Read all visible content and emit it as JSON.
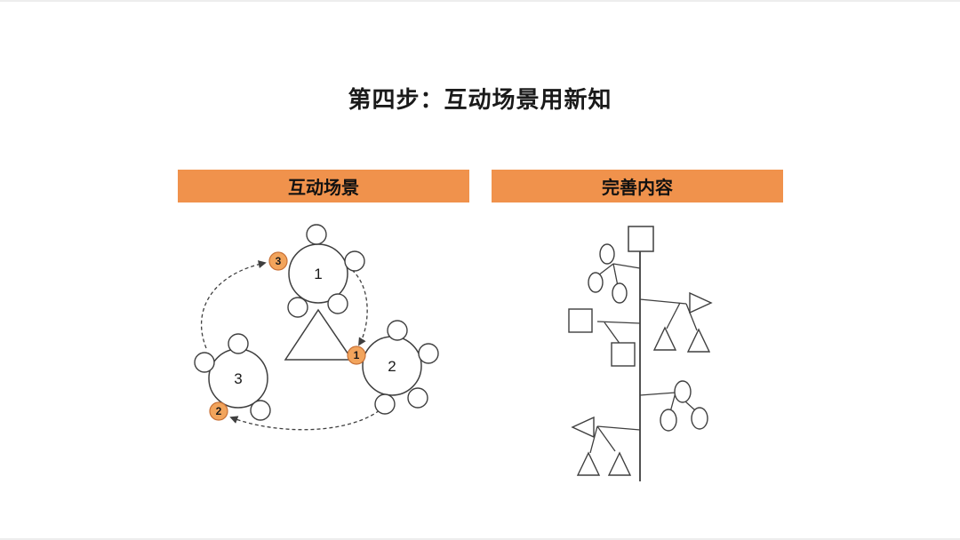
{
  "title": "第四步：互动场景用新知",
  "colors": {
    "header_bg": "#F0924C",
    "badge_bg": "#F2A45C",
    "badge_stroke": "#C87137",
    "line": "#3F3F3F"
  },
  "panels": {
    "left": {
      "header": "互动场景"
    },
    "right": {
      "header": "完善内容"
    }
  },
  "interaction_diagram": {
    "tables": [
      {
        "label": "1"
      },
      {
        "label": "2"
      },
      {
        "label": "3"
      }
    ],
    "badges": [
      {
        "label": "1"
      },
      {
        "label": "2"
      },
      {
        "label": "3"
      }
    ]
  }
}
